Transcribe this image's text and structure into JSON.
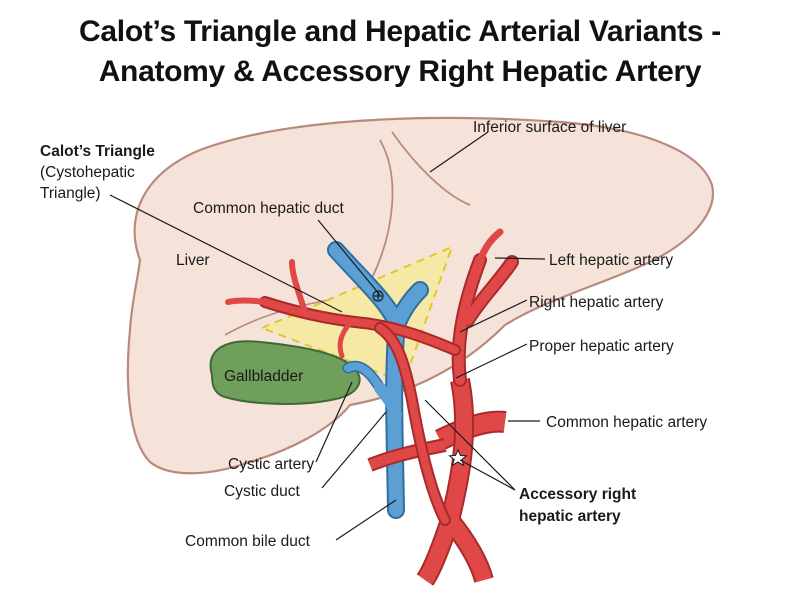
{
  "title": {
    "line1": "Calot’s Triangle and Hepatic Arterial Variants -",
    "line2": "Anatomy & Accessory Right Hepatic Artery"
  },
  "labels": {
    "calot_title": "Calot’s Triangle",
    "calot_sub1": "(Cystohepatic",
    "calot_sub2": "Triangle)",
    "inferior_surface": "Inferior surface of liver",
    "common_hepatic_duct": "Common hepatic duct",
    "liver": "Liver",
    "left_hepatic_artery": "Left hepatic artery",
    "right_hepatic_artery": "Right hepatic artery",
    "proper_hepatic_artery": "Proper hepatic artery",
    "gallbladder": "Gallbladder",
    "common_hepatic_artery": "Common hepatic artery",
    "cystic_artery": "Cystic artery",
    "cystic_duct": "Cystic duct",
    "accessory_line1": "Accessory right",
    "accessory_line2": "hepatic artery",
    "common_bile_duct": "Common bile duct"
  },
  "colors": {
    "liver_fill": "#f5e3da",
    "liver_stroke": "#b98a7c",
    "artery": "#e04848",
    "artery_stroke": "#a82a2a",
    "duct": "#5b9fd4",
    "duct_stroke": "#2f6f9f",
    "gallbladder": "#6f9f5b",
    "gallbladder_stroke": "#3f6a35",
    "triangle_fill": "#f6ec8a",
    "triangle_stroke": "#e0c730"
  }
}
